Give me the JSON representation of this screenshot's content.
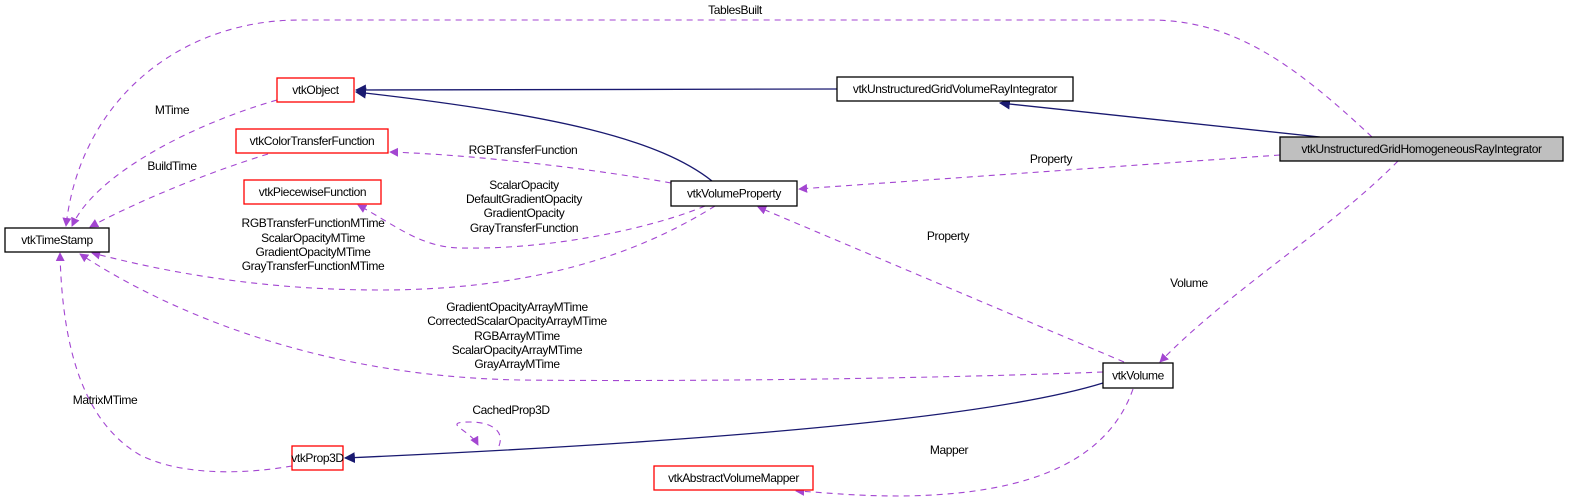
{
  "diagram": {
    "title": "Collaboration diagram for vtkUnstructuredGridHomogeneousRayIntegrator",
    "colors": {
      "inheritance_edge": "#191970",
      "usage_edge": "#9a32cd",
      "focus_node_fill": "#bfbfbf",
      "documented_node_border": "#000000",
      "undocumented_node_border": "#ff0000"
    },
    "nodes": [
      {
        "id": "timestamp",
        "label": "vtkTimeStamp",
        "border": "black",
        "focus": false
      },
      {
        "id": "object",
        "label": "vtkObject",
        "border": "red",
        "focus": false
      },
      {
        "id": "colortf",
        "label": "vtkColorTransferFunction",
        "border": "red",
        "focus": false
      },
      {
        "id": "piecewise",
        "label": "vtkPiecewiseFunction",
        "border": "red",
        "focus": false
      },
      {
        "id": "volprop",
        "label": "vtkVolumeProperty",
        "border": "black",
        "focus": false
      },
      {
        "id": "ugvri",
        "label": "vtkUnstructuredGridVolumeRayIntegrator",
        "border": "black",
        "focus": false
      },
      {
        "id": "ughri",
        "label": "vtkUnstructuredGridHomogeneousRayIntegrator",
        "border": "black",
        "focus": true
      },
      {
        "id": "volume",
        "label": "vtkVolume",
        "border": "black",
        "focus": false
      },
      {
        "id": "prop3d",
        "label": "vtkProp3D",
        "border": "red",
        "focus": false
      },
      {
        "id": "mapper",
        "label": "vtkAbstractVolumeMapper",
        "border": "red",
        "focus": false
      }
    ],
    "edges": [
      {
        "from": "ughri",
        "to": "timestamp",
        "type": "usage",
        "labels": [
          "TablesBuilt"
        ]
      },
      {
        "from": "object",
        "to": "timestamp",
        "type": "usage",
        "labels": [
          "MTime"
        ]
      },
      {
        "from": "colortf",
        "to": "timestamp",
        "type": "usage",
        "labels": [
          "BuildTime"
        ]
      },
      {
        "from": "volprop",
        "to": "timestamp",
        "type": "usage",
        "labels": [
          "RGBTransferFunctionMTime",
          "ScalarOpacityMTime",
          "GradientOpacityMTime",
          "GrayTransferFunctionMTime"
        ]
      },
      {
        "from": "volume",
        "to": "timestamp",
        "type": "usage",
        "labels": [
          "GradientOpacityArrayMTime",
          "CorrectedScalarOpacityArrayMTime",
          "RGBArrayMTime",
          "ScalarOpacityArrayMTime",
          "GrayArrayMTime"
        ]
      },
      {
        "from": "prop3d",
        "to": "timestamp",
        "type": "usage",
        "labels": [
          "MatrixMTime"
        ]
      },
      {
        "from": "ugvri",
        "to": "object",
        "type": "inheritance",
        "labels": []
      },
      {
        "from": "volprop",
        "to": "object",
        "type": "inheritance",
        "labels": []
      },
      {
        "from": "ughri",
        "to": "ugvri",
        "type": "inheritance",
        "labels": []
      },
      {
        "from": "volprop",
        "to": "colortf",
        "type": "usage",
        "labels": [
          "RGBTransferFunction"
        ]
      },
      {
        "from": "volprop",
        "to": "piecewise",
        "type": "usage",
        "labels": [
          "ScalarOpacity",
          "DefaultGradientOpacity",
          "GradientOpacity",
          "GrayTransferFunction"
        ]
      },
      {
        "from": "ughri",
        "to": "volprop",
        "type": "usage",
        "labels": [
          "Property"
        ]
      },
      {
        "from": "volume",
        "to": "volprop",
        "type": "usage",
        "labels": [
          "Property"
        ]
      },
      {
        "from": "ughri",
        "to": "volume",
        "type": "usage",
        "labels": [
          "Volume"
        ]
      },
      {
        "from": "volume",
        "to": "prop3d",
        "type": "inheritance",
        "labels": []
      },
      {
        "from": "prop3d",
        "to": "prop3d",
        "type": "usage",
        "labels": [
          "CachedProp3D"
        ]
      },
      {
        "from": "volume",
        "to": "mapper",
        "type": "usage",
        "labels": [
          "Mapper"
        ]
      }
    ]
  }
}
